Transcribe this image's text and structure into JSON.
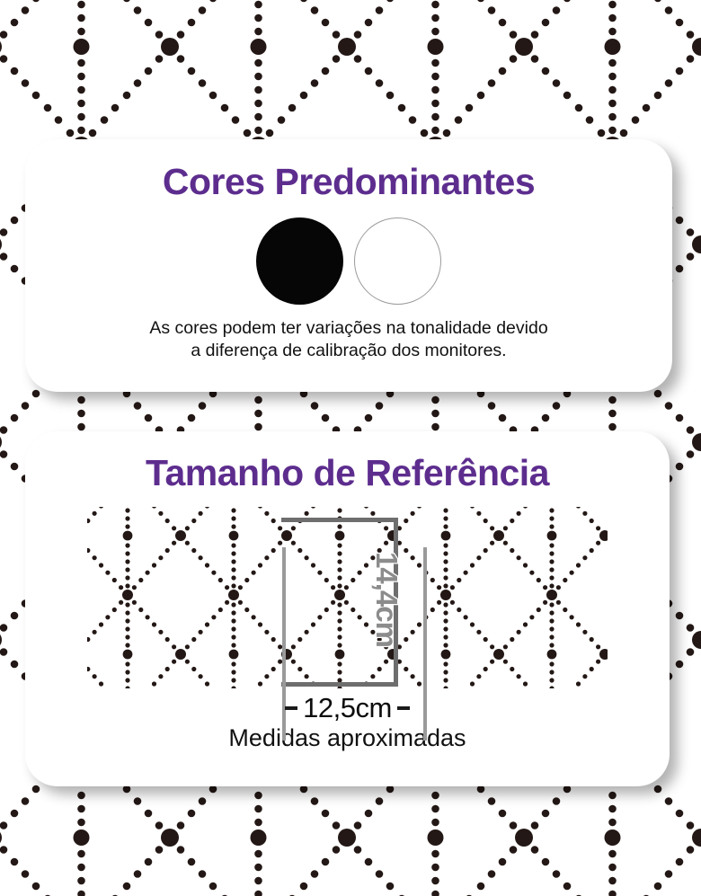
{
  "theme": {
    "accent_purple": "#5D2D8E",
    "card_background": "#FFFFFF",
    "page_background": "#FFFFFF",
    "dot_color": "#231815",
    "dimension_gray": "#6E6E6E",
    "label_gray": "#8C8C8C"
  },
  "cards": {
    "colors": {
      "title": "Cores Predominantes",
      "swatches": [
        {
          "name": "preto",
          "hex": "#060606",
          "type": "filled"
        },
        {
          "name": "branco",
          "hex": "#FFFFFF",
          "type": "outlined"
        }
      ],
      "disclaimer_line1": "As cores podem ter variações na tonalidade devido",
      "disclaimer_line2": "a diferença de calibração dos monitores."
    },
    "size": {
      "title": "Tamanho de Referência",
      "height_label": "14,4cm",
      "width_label": "12,5cm",
      "footnote": "Medidas aproximadas"
    }
  }
}
